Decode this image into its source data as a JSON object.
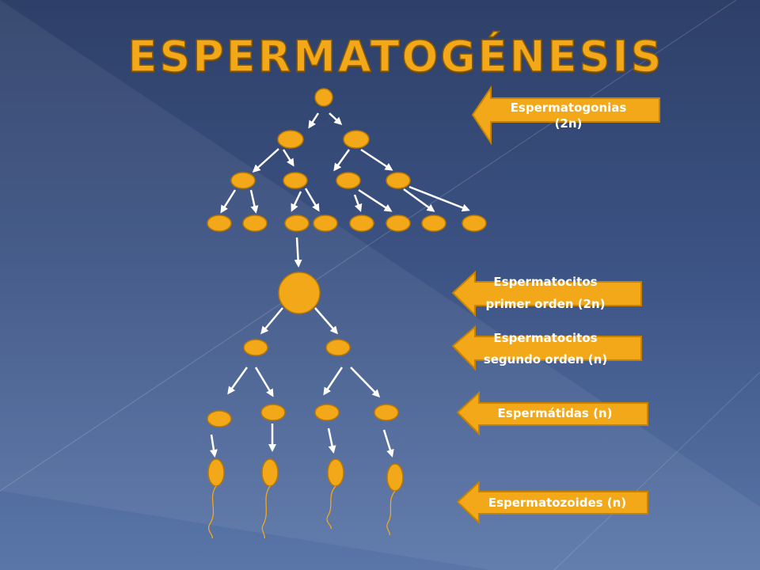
{
  "title": "ESPERMATOGÉNESIS",
  "colors": {
    "cell_fill": "#f2a818",
    "cell_stroke": "#b87800",
    "arrow": "#ffffff",
    "label_arrow_fill": "#f2a818",
    "title": "#f2a818"
  },
  "stages": [
    {
      "label_lines": [
        "Espermatogonias",
        "(2n)"
      ]
    },
    {
      "label_lines": [
        "Espermatocitos",
        "primer orden (2n)"
      ]
    },
    {
      "label_lines": [
        "Espermatocitos",
        "segundo orden (n)"
      ]
    },
    {
      "label_lines": [
        "Espermátidas  (n)"
      ]
    },
    {
      "label_lines": [
        "Espermatozoides  (n)"
      ]
    }
  ]
}
